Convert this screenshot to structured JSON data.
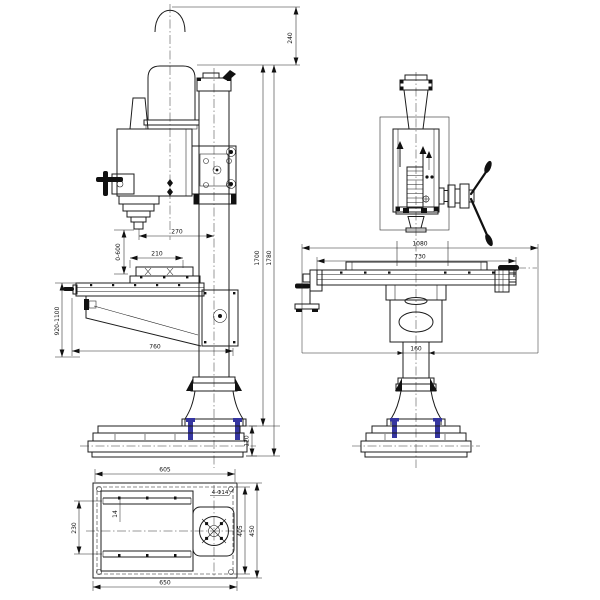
{
  "drawing": {
    "side_view": {
      "d240": "240",
      "d270": "270",
      "d0600": "0-600",
      "d210": "210",
      "d920_1100": "920-1100",
      "d760": "760",
      "d120": "120",
      "d1700": "1700",
      "d1780": "1780"
    },
    "front_view": {
      "d1080": "1080",
      "d730": "730",
      "d160": "160"
    },
    "base_plan": {
      "d605": "605",
      "d650": "650",
      "d405": "405",
      "d450": "450",
      "d230": "230",
      "d14": "14",
      "holes": "4-Φ14"
    }
  }
}
